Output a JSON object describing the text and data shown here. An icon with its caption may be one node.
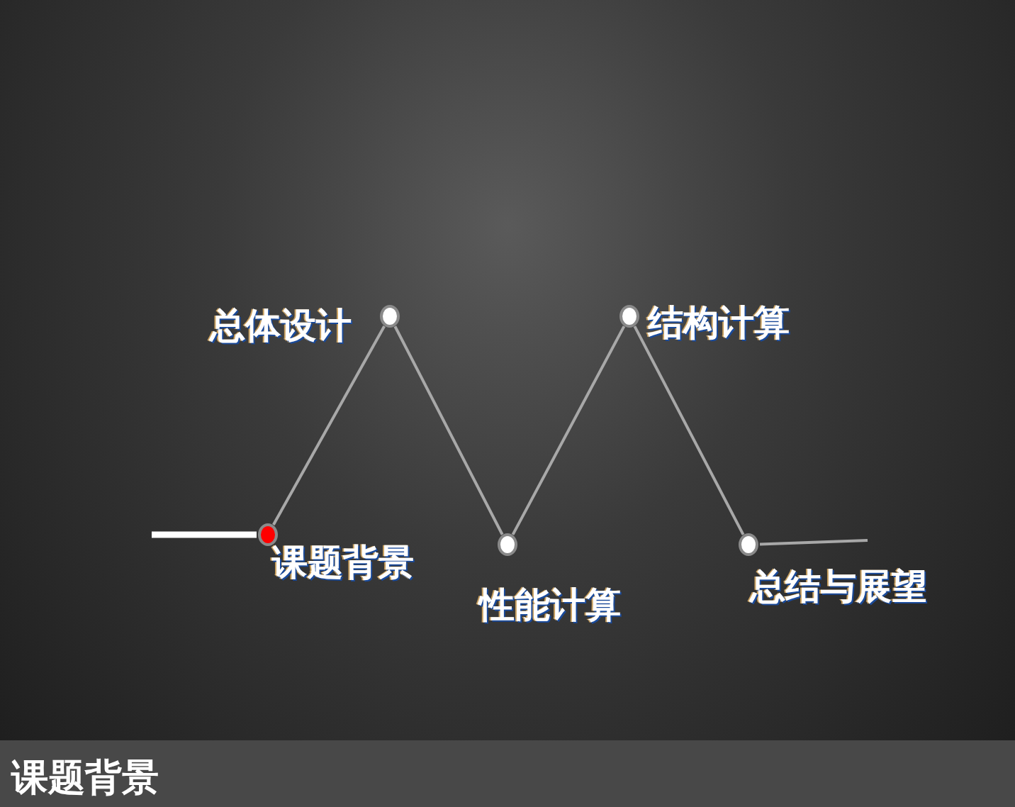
{
  "diagram": {
    "nodes": [
      {
        "text": [],
        "shape": "circle",
        "beside": [
          "课题背景"
        ]
      },
      {
        "text": [],
        "shape": "circle",
        "beside": [
          "总体设计"
        ]
      },
      {
        "text": [],
        "shape": "circle",
        "beside": [
          "性能计算"
        ]
      },
      {
        "text": [],
        "shape": "circle",
        "beside": [
          "结构计算"
        ]
      },
      {
        "text": [],
        "shape": "circle",
        "beside": [
          "总结与展望"
        ]
      }
    ],
    "edges": [
      {
        "from": null,
        "to": 0,
        "arrow": "none",
        "style": "thick",
        "color": "#ffffff"
      },
      {
        "from": 0,
        "to": 1,
        "arrow": "none"
      },
      {
        "from": 1,
        "to": 2,
        "arrow": "none"
      },
      {
        "from": 2,
        "to": 3,
        "arrow": "none"
      },
      {
        "from": 3,
        "to": 4,
        "arrow": "none"
      },
      {
        "from": 4,
        "to": null,
        "arrow": "none"
      }
    ],
    "labels": [
      "课题背景"
    ]
  }
}
